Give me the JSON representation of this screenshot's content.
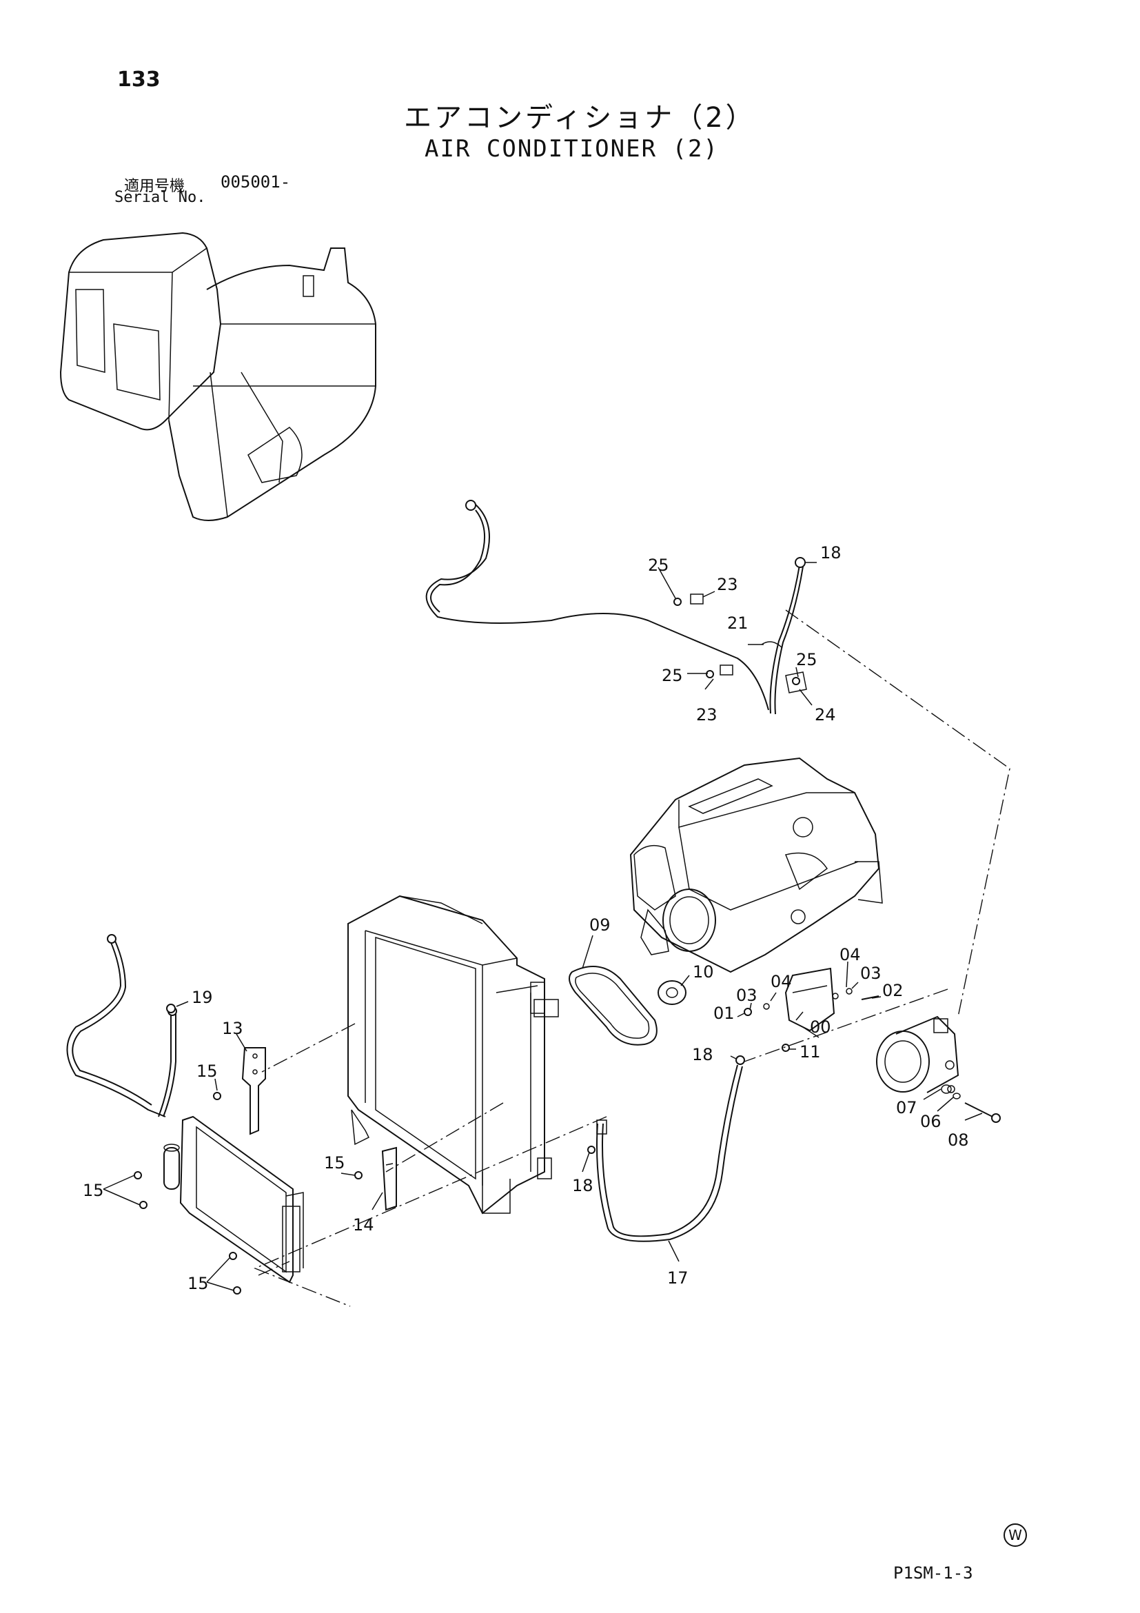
{
  "page": {
    "number": "133",
    "drawing_code": "P1SM-1-3",
    "mark": "W"
  },
  "title": {
    "jp": "エアコンディショナ（2）",
    "en": "AIR CONDITIONER (2)"
  },
  "serial": {
    "label_jp": "適用号機",
    "label_en": "Serial No.",
    "value": "005001-"
  },
  "callouts": [
    "25",
    "23",
    "18",
    "21",
    "25",
    "25",
    "23",
    "24",
    "09",
    "10",
    "04",
    "03",
    "03",
    "04",
    "02",
    "01",
    "00",
    "11",
    "19",
    "13",
    "15",
    "18",
    "07",
    "06",
    "08",
    "15",
    "15",
    "18",
    "14",
    "15",
    "17"
  ]
}
